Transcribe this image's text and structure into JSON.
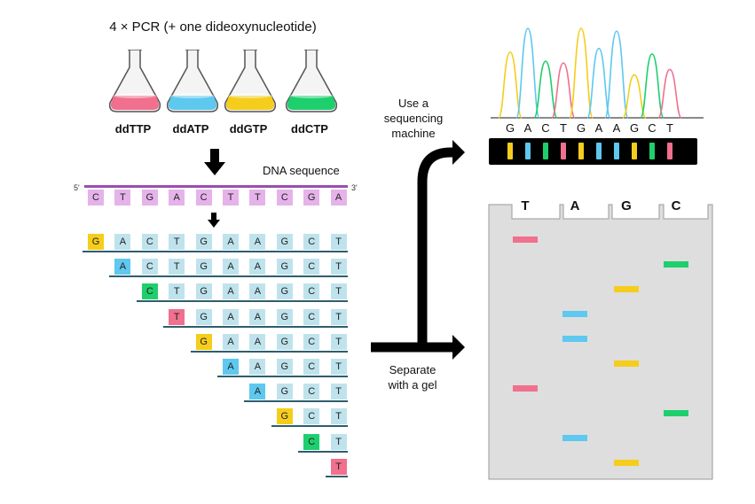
{
  "title": "4 × PCR (+ one dideoxynucleotide)",
  "colors": {
    "T": "#f0708e",
    "A": "#5ec8ef",
    "G": "#f5cd1d",
    "C": "#1ecf6d",
    "template": "#e5b3e9",
    "template_line": "#9a4fb0",
    "strand": "#bfe3ed",
    "strand_line": "#2e5e6e"
  },
  "flasks": [
    {
      "label": "ddTTP",
      "base": "T"
    },
    {
      "label": "ddATP",
      "base": "A"
    },
    {
      "label": "ddGTP",
      "base": "G"
    },
    {
      "label": "ddCTP",
      "base": "C"
    }
  ],
  "template": {
    "label": "DNA sequence",
    "five_prime": "5'",
    "three_prime": "3'",
    "bases": [
      "C",
      "T",
      "G",
      "A",
      "C",
      "T",
      "T",
      "C",
      "G",
      "A"
    ]
  },
  "fragments_bases": [
    "G",
    "A",
    "C",
    "T",
    "G",
    "A",
    "A",
    "G",
    "C",
    "T"
  ],
  "arrow_top_label": "Use a sequencing machine",
  "arrow_top_lines": [
    "Use a",
    "sequencing",
    "machine"
  ],
  "arrow_bottom_lines": [
    "Separate",
    "with a gel"
  ],
  "gel": {
    "lanes": [
      "T",
      "A",
      "G",
      "C"
    ],
    "bands": [
      {
        "lane": "G",
        "order": 1
      },
      {
        "lane": "A",
        "order": 2
      },
      {
        "lane": "C",
        "order": 3
      },
      {
        "lane": "T",
        "order": 4
      },
      {
        "lane": "G",
        "order": 5
      },
      {
        "lane": "A",
        "order": 6
      },
      {
        "lane": "A",
        "order": 7
      },
      {
        "lane": "G",
        "order": 8
      },
      {
        "lane": "C",
        "order": 9
      },
      {
        "lane": "T",
        "order": 10
      }
    ]
  },
  "chromatogram": {
    "read": [
      "G",
      "A",
      "C",
      "T",
      "G",
      "A",
      "A",
      "G",
      "C",
      "T"
    ],
    "peak_heights": [
      0.72,
      0.98,
      0.62,
      0.6,
      0.98,
      0.76,
      0.95,
      0.47,
      0.7,
      0.53
    ]
  }
}
